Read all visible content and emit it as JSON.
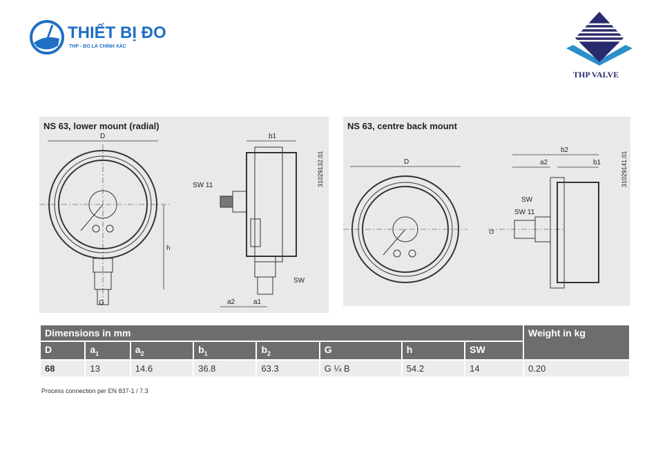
{
  "logo_left": {
    "name": "THIẾT BỊ ĐO",
    "tagline": "THP - ĐO LÀ CHÍNH XÁC"
  },
  "logo_right": {
    "name": "THP VALVE"
  },
  "colors": {
    "brand_blue": "#1f6fc5",
    "navy": "#2a2a6e",
    "header_gray": "#6d6d6f"
  },
  "diagram_left": {
    "title": "NS 63, lower mount (radial)",
    "code": "31029132.01",
    "labels": {
      "D": "D",
      "b1": "b1",
      "sw11": "SW 11",
      "h": "h",
      "sw": "SW",
      "g": "G",
      "a2": "a2",
      "a1": "a1"
    }
  },
  "diagram_right": {
    "title": "NS 63, centre back mount",
    "code": "31029141.01",
    "labels": {
      "D": "D",
      "b2": "b2",
      "a2": "a2",
      "b1": "b1",
      "sw": "SW",
      "sw11": "SW 11",
      "g": "G"
    }
  },
  "table": {
    "group_header": "Dimensions in mm",
    "weight_header": "Weight in kg",
    "columns": [
      {
        "base": "D",
        "sub": ""
      },
      {
        "base": "a",
        "sub": "1"
      },
      {
        "base": "a",
        "sub": "2"
      },
      {
        "base": "b",
        "sub": "1"
      },
      {
        "base": "b",
        "sub": "2"
      },
      {
        "base": "G",
        "sub": ""
      },
      {
        "base": "h",
        "sub": ""
      },
      {
        "base": "SW",
        "sub": ""
      }
    ],
    "row": [
      "68",
      "13",
      "14.6",
      "36.8",
      "63.3",
      "G ¼ B",
      "54.2",
      "14",
      "0.20"
    ]
  },
  "note": "Process connection per EN 837-1 / 7.3"
}
